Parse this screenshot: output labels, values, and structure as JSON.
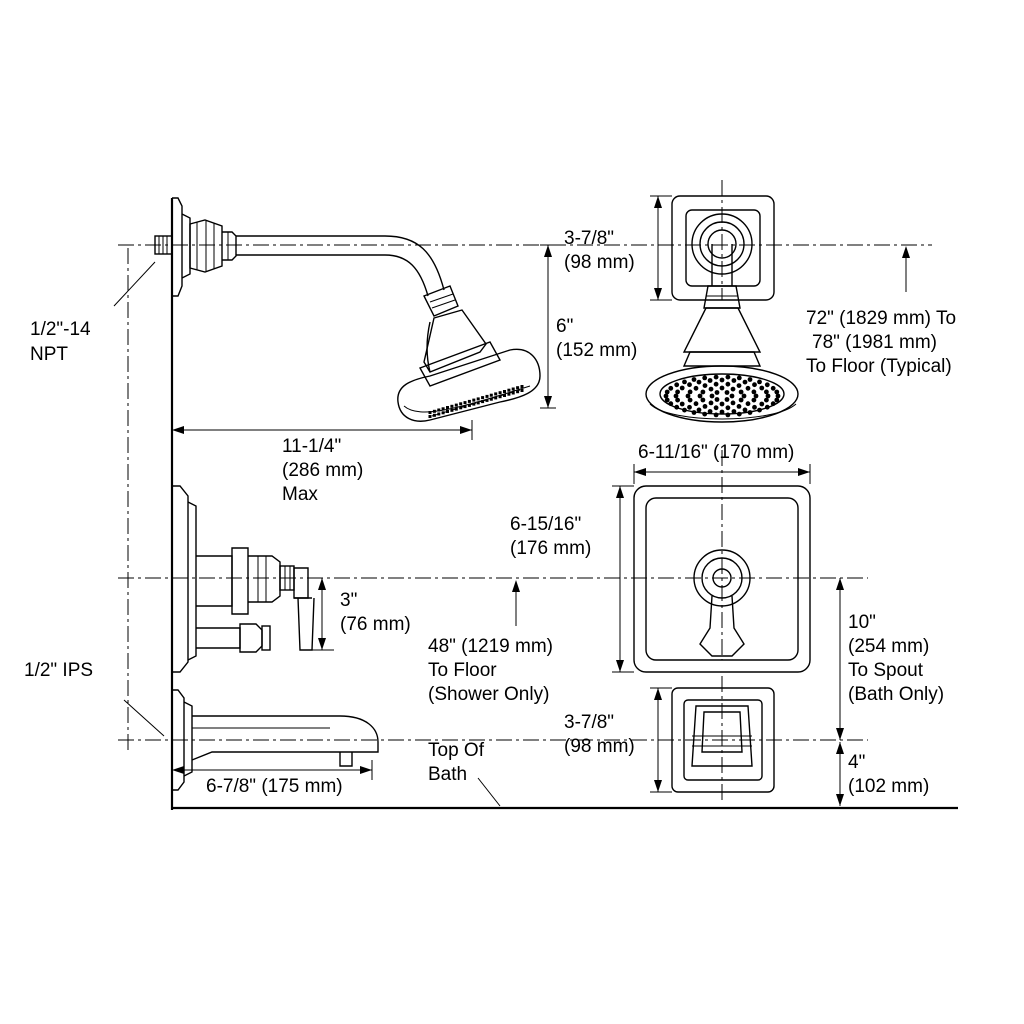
{
  "labels": {
    "npt_a": "1/2\"-14",
    "npt_b": "NPT",
    "ips": "1/2\" IPS",
    "arm_reach_a": "11-1/4\"",
    "arm_reach_b": "(286 mm)",
    "arm_reach_c": "Max",
    "arm_drop_a": "6\"",
    "arm_drop_b": "(152 mm)",
    "showerhead_flange_a": "3-7/8\"",
    "showerhead_flange_b": "(98 mm)",
    "shower_height_a": "72\" (1829 mm) To",
    "shower_height_b": "78\" (1981 mm)",
    "shower_height_c": "To Floor (Typical)",
    "trim_width": "6-11/16\" (170 mm)",
    "trim_height_a": "6-15/16\"",
    "trim_height_b": "(176 mm)",
    "valve_offset_a": "3\"",
    "valve_offset_b": "(76 mm)",
    "valve_floor_a": "48\" (1219 mm)",
    "valve_floor_b": "To Floor",
    "valve_floor_c": "(Shower Only)",
    "spout_dist_a": "10\"",
    "spout_dist_b": "(254 mm)",
    "spout_dist_c": "To Spout",
    "spout_dist_d": "(Bath Only)",
    "spout_flange_a": "3-7/8\"",
    "spout_flange_b": "(98 mm)",
    "spout_height_a": "4\"",
    "spout_height_b": "(102 mm)",
    "spout_reach": "6-7/8\" (175 mm)",
    "bath_a": "Top Of",
    "bath_b": "Bath"
  }
}
